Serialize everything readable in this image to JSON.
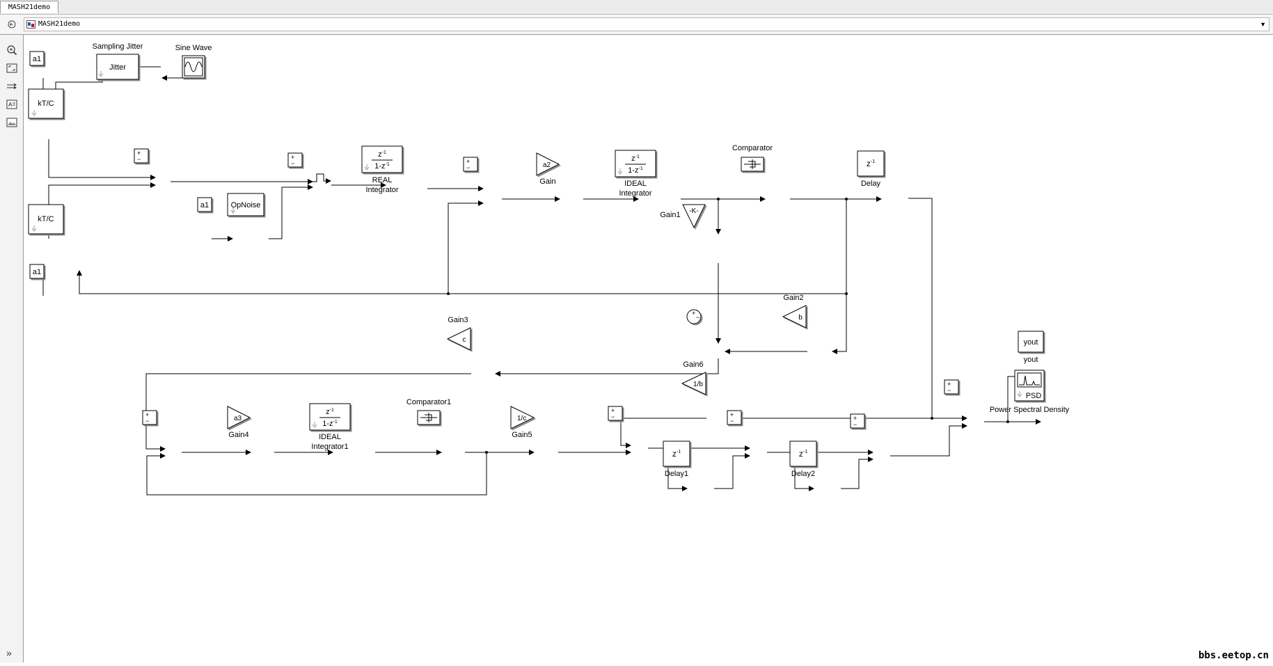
{
  "window": {
    "tab_label": "MASH21demo",
    "breadcrumb": "MASH21demo"
  },
  "toolbar": {
    "buttons": [
      "zoom-icon",
      "fit-view-icon",
      "arrows-icon",
      "annotation-icon",
      "image-icon"
    ],
    "expand_icon": "»"
  },
  "diagram": {
    "blocks": {
      "const_a1_top": "a1",
      "const_a1_mid": "a1",
      "const_a1_bot": "a1",
      "jitter": "Jitter",
      "jitter_title": "Sampling Jitter",
      "sine_title": "Sine Wave",
      "ktc1": "kT/C",
      "ktc2": "kT/C",
      "opnoise": "OpNoise",
      "real_int_num": "z",
      "real_int_den": "1-z",
      "real_int_label1": "REAL",
      "real_int_label2": "Integrator",
      "gain_val": "a2",
      "gain_label": "Gain",
      "ideal_int_label1": "IDEAL",
      "ideal_int_label2": "Integrator",
      "comparator_label": "Comparator",
      "delay_label": "Delay",
      "gain1_val": "-K-",
      "gain1_label": "Gain1",
      "gain2_val": "b",
      "gain2_label": "Gain2",
      "gain3_val": "c",
      "gain3_label": "Gain3",
      "gain4_val": "a3",
      "gain4_label": "Gain4",
      "ideal_int1_label1": "IDEAL",
      "ideal_int1_label2": "Integrator1",
      "comparator1_label": "Comparator1",
      "gain5_val": "1/c",
      "gain5_label": "Gain5",
      "gain6_val": "1/b",
      "gain6_label": "Gain6",
      "delay1_label": "Delay1",
      "delay2_label": "Delay2",
      "yout_val": "yout",
      "yout_label": "yout",
      "psd_val": "PSD",
      "psd_label": "Power Spectral Density",
      "z_sym": "z",
      "exp_neg1": "-1",
      "plus": "+",
      "minus": "−"
    }
  },
  "watermark": "bbs.eetop.cn",
  "colors": {
    "line": "#000000",
    "block_shadow": "#8c8c8c",
    "accent_red": "#c8102e",
    "accent_blue": "#2060c0"
  }
}
